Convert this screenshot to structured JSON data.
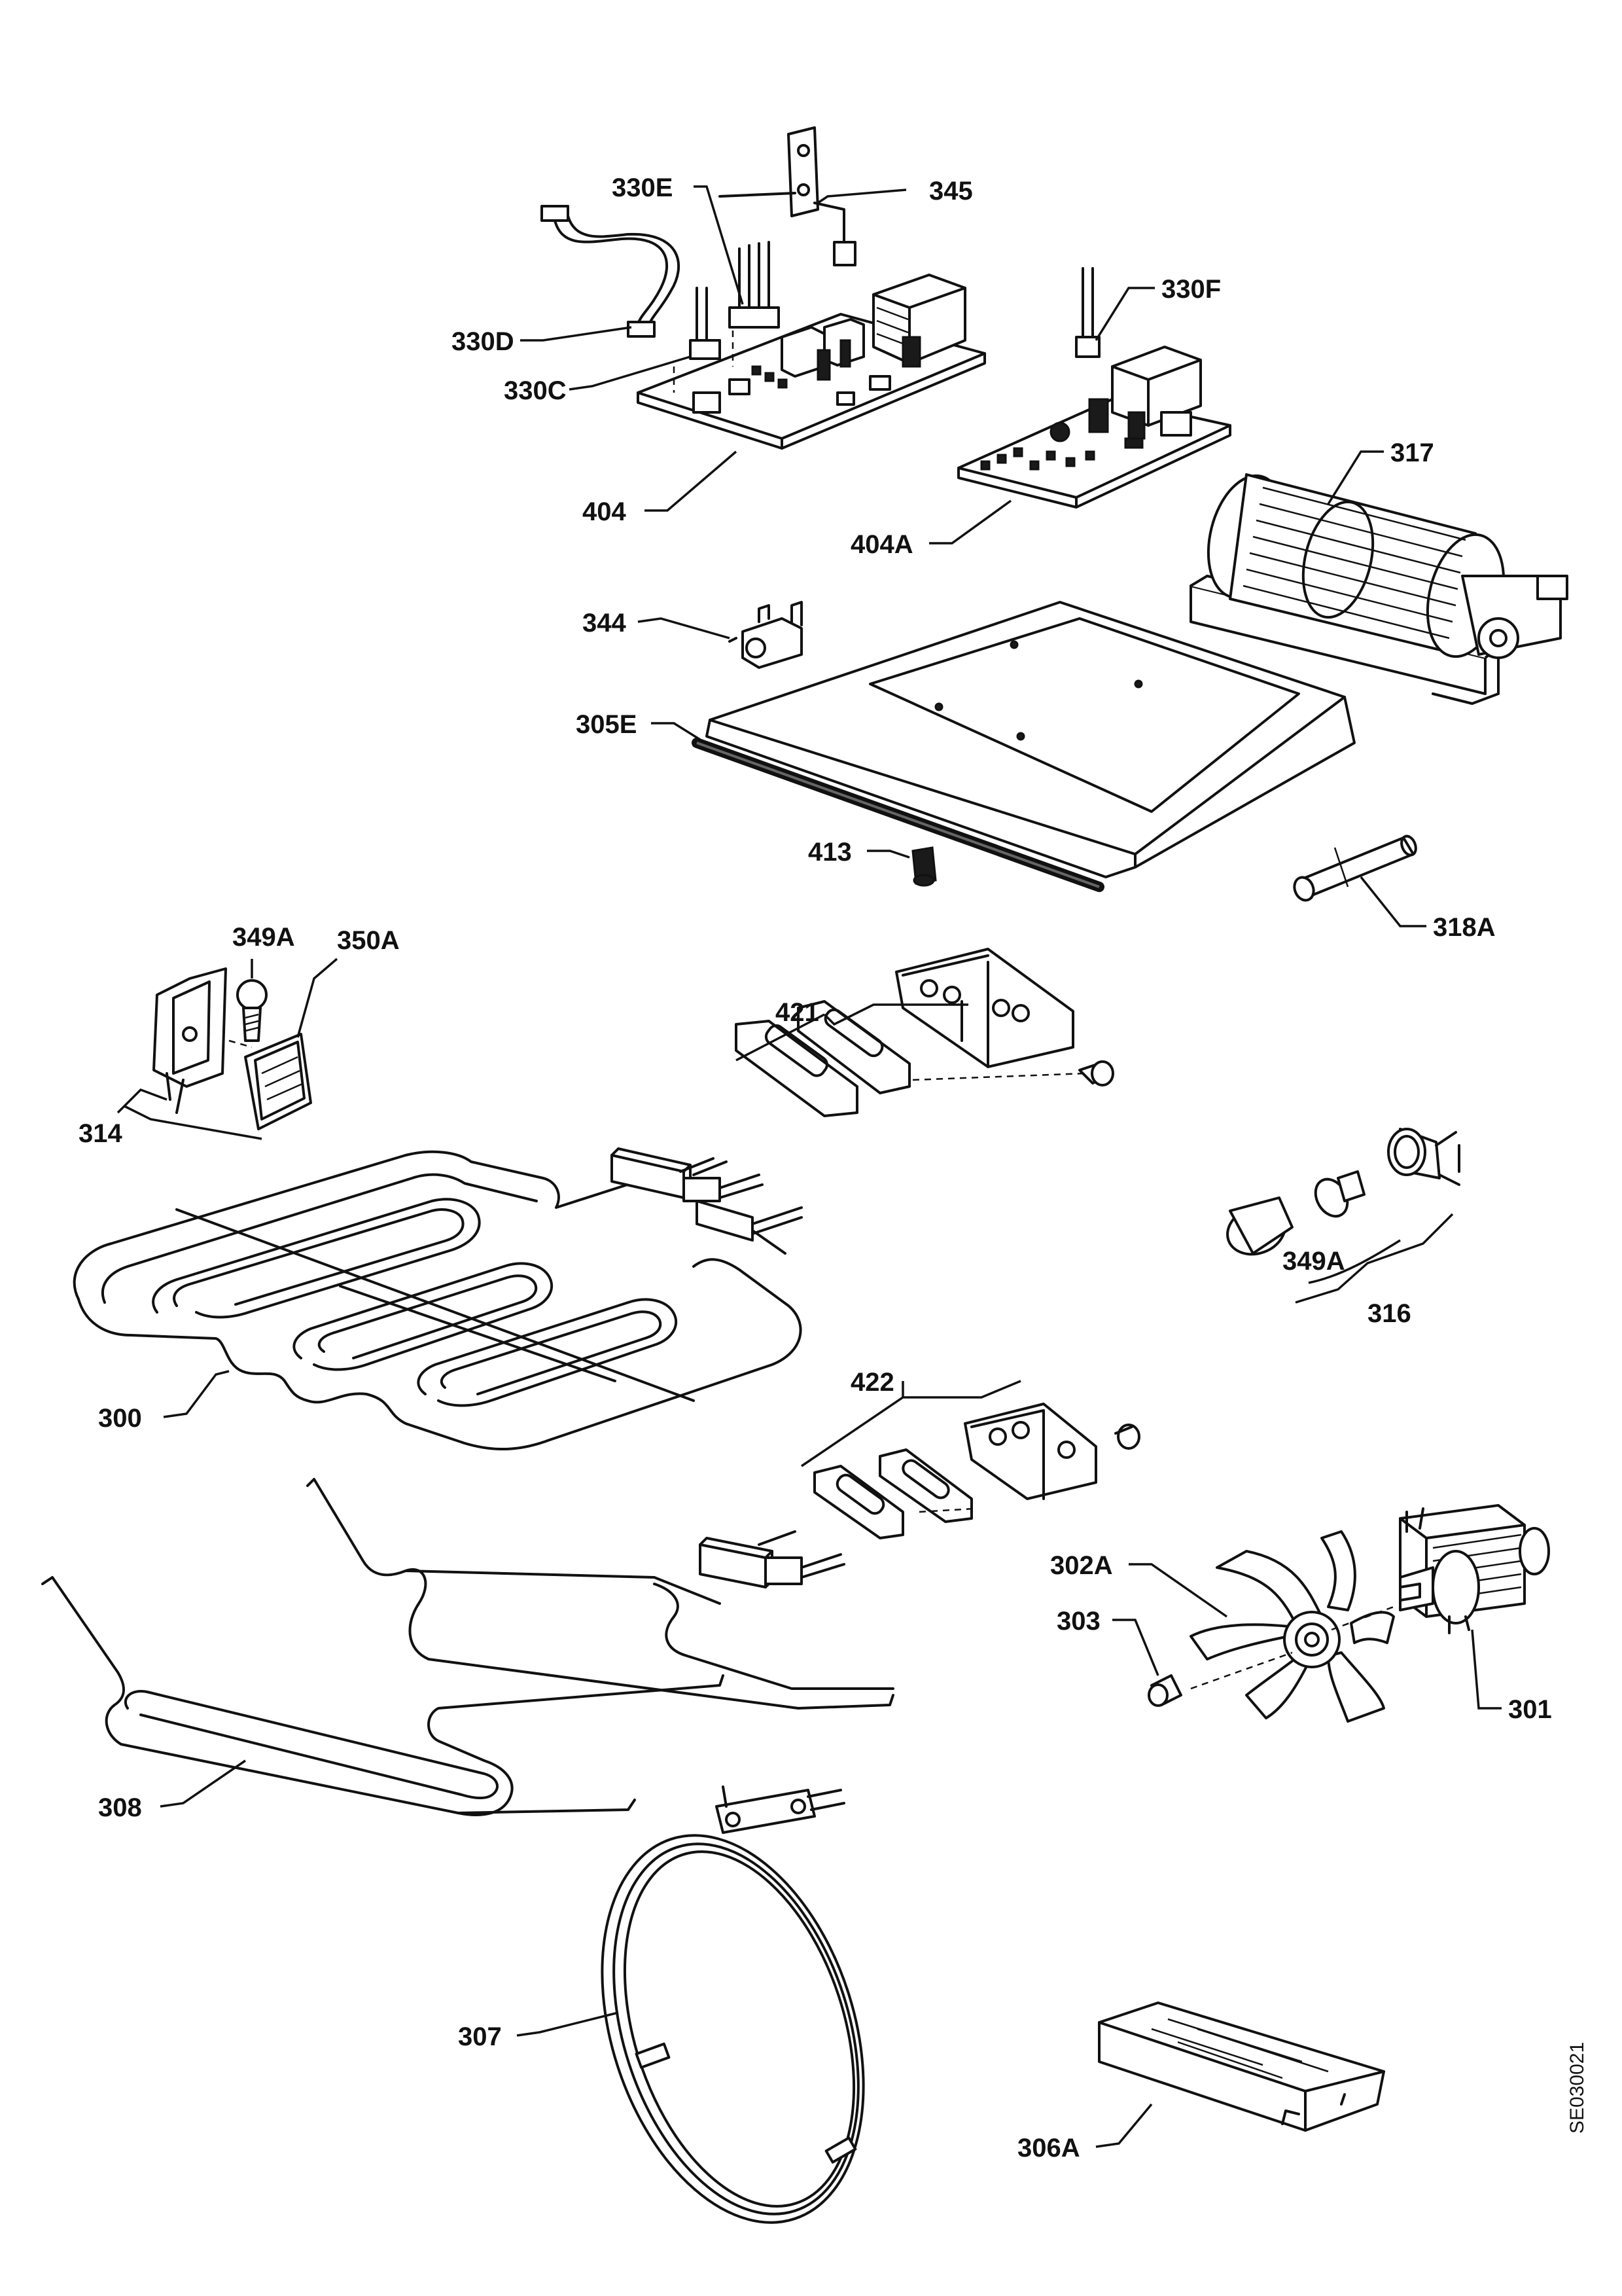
{
  "diagram": {
    "drawing_code": "SE030021",
    "callouts": [
      {
        "id": "c-345",
        "text": "345"
      },
      {
        "id": "c-330E",
        "text": "330E"
      },
      {
        "id": "c-330F",
        "text": "330F"
      },
      {
        "id": "c-330D",
        "text": "330D"
      },
      {
        "id": "c-330C",
        "text": "330C"
      },
      {
        "id": "c-404",
        "text": "404"
      },
      {
        "id": "c-404A",
        "text": "404A"
      },
      {
        "id": "c-317",
        "text": "317"
      },
      {
        "id": "c-344",
        "text": "344"
      },
      {
        "id": "c-305E",
        "text": "305E"
      },
      {
        "id": "c-413",
        "text": "413"
      },
      {
        "id": "c-318A",
        "text": "318A"
      },
      {
        "id": "c-349A-left",
        "text": "349A"
      },
      {
        "id": "c-350A",
        "text": "350A"
      },
      {
        "id": "c-421",
        "text": "421"
      },
      {
        "id": "c-314",
        "text": "314"
      },
      {
        "id": "c-349A-right",
        "text": "349A"
      },
      {
        "id": "c-316",
        "text": "316"
      },
      {
        "id": "c-300",
        "text": "300"
      },
      {
        "id": "c-422",
        "text": "422"
      },
      {
        "id": "c-302A",
        "text": "302A"
      },
      {
        "id": "c-303",
        "text": "303"
      },
      {
        "id": "c-301",
        "text": "301"
      },
      {
        "id": "c-308",
        "text": "308"
      },
      {
        "id": "c-307",
        "text": "307"
      },
      {
        "id": "c-306A",
        "text": "306A"
      }
    ]
  }
}
